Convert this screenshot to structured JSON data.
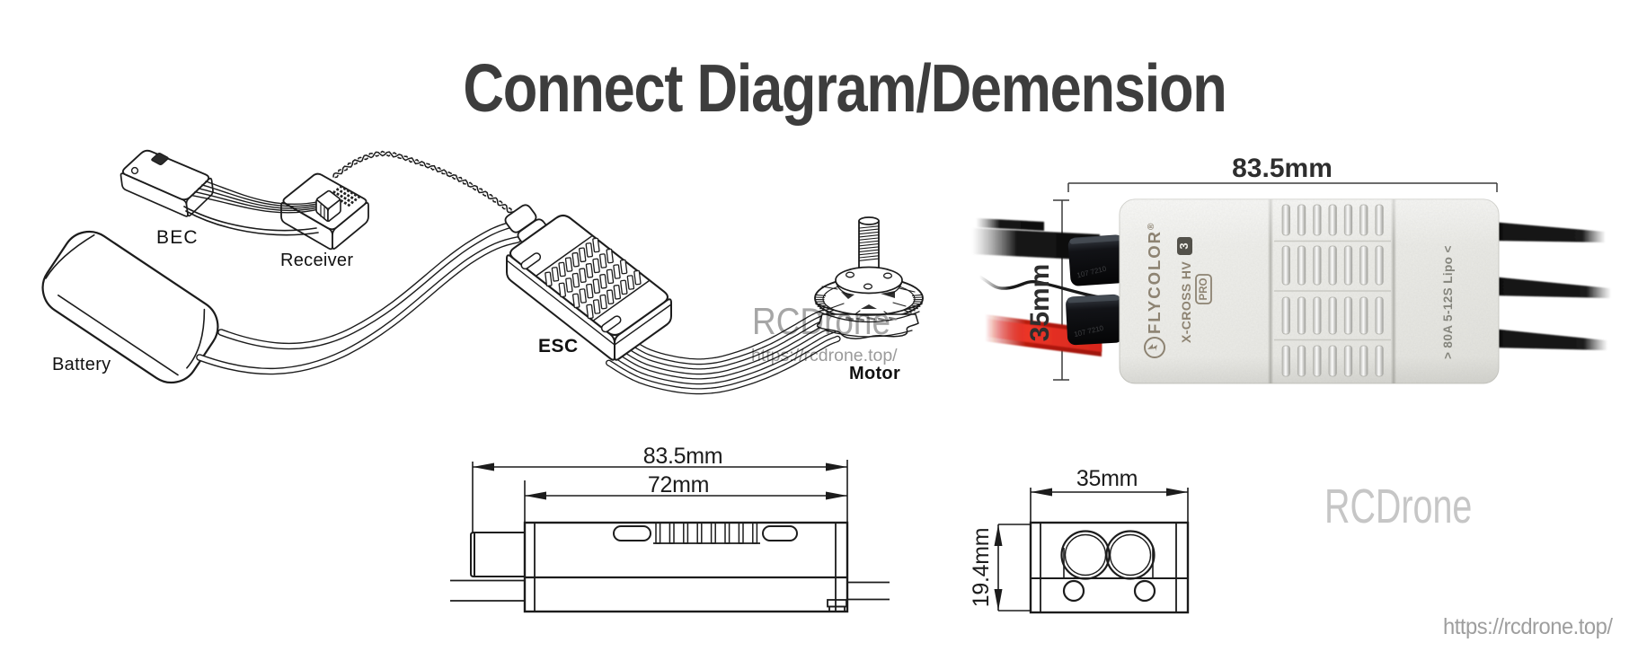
{
  "title": "Connect Diagram/Demension",
  "connection_diagram": {
    "labels": {
      "bec": "BEC",
      "receiver": "Receiver",
      "battery": "Battery",
      "esc": "ESC",
      "motor": "Motor"
    }
  },
  "product_photo": {
    "dimensions": {
      "width": "83.5mm",
      "height": "35mm"
    },
    "markings": {
      "brand": "FLYCOLOR",
      "registered": "®",
      "model": "X-CROSS HV",
      "version": "3",
      "edition": "PRO",
      "rating": "> 80A  5-12S Lipo <",
      "capacitor": "107 7210"
    }
  },
  "side_view": {
    "overall_length": "83.5mm",
    "body_length": "72mm"
  },
  "front_view": {
    "width": "35mm",
    "height": "19.4mm"
  },
  "watermarks": {
    "brand_center": "RCDrone",
    "url_center": "https://rcdrone.top/",
    "brand_right": "RCDrone",
    "url_right": "https://rcdrone.top/"
  },
  "colors": {
    "title": "#3d3d3d",
    "line_art": "#1c1c1c",
    "red_wire": "#e2251b",
    "brand_text": "#8d8372",
    "watermark_light": "#c6c6c6",
    "watermark_mid": "#a4a4a4"
  }
}
